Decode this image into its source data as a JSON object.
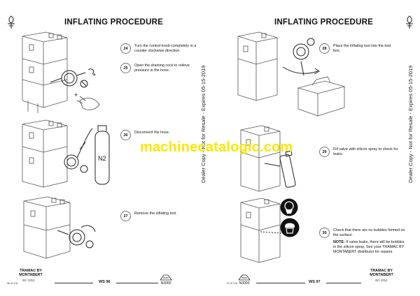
{
  "left_page": {
    "title": "INFLATING PROCEDURE",
    "steps": [
      {
        "num": "24",
        "text": "Turn the control knob completely in a counter clockwise direction."
      },
      {
        "num": "25",
        "text": "Open the draining cock to relieve pressure in the hose."
      },
      {
        "num": "26",
        "text": "Disconnect the hose."
      },
      {
        "num": "27",
        "text": "Remove the inflating tool."
      }
    ],
    "figure_labels": {
      "gas": "N2"
    },
    "footer": {
      "brand_line1": "TRAMAC BY",
      "brand_line2": "MONTABERT",
      "date": "08 / 2012",
      "page_ref": "96 of 178",
      "ws": "WS 96",
      "model": "N3000"
    },
    "vertical_note": "Dealer Copy - Not for Resale - Expires 05-15-2019"
  },
  "right_page": {
    "title": "INFLATING PROCEDURE",
    "steps": [
      {
        "num": "28",
        "text": "Place the inflating tool into the tool box."
      },
      {
        "num": "29",
        "text": "Fill valve with silicon spray to check for leaks."
      },
      {
        "num": "30",
        "text": "Check that there are no bubbles formed on the surface."
      }
    ],
    "note": {
      "label": "NOTE:",
      "text": "If valve leaks, there will be bubbles in the silicon spray. See your TRAMAC BY MONTABERT distributor for repairs."
    },
    "footer": {
      "brand_line1": "TRAMAC BY",
      "brand_line2": "MONTABERT",
      "date": "08 / 2012",
      "page_ref": "97 of 178",
      "ws": "WS 97",
      "model": "N3000"
    },
    "vertical_note": "Dealer Copy - Not for Resale - Expires 05-15-2019"
  },
  "watermark": "machinecatalogic.com",
  "colors": {
    "watermark": "#ffe600",
    "ink": "#111111",
    "outline": "#777777"
  }
}
